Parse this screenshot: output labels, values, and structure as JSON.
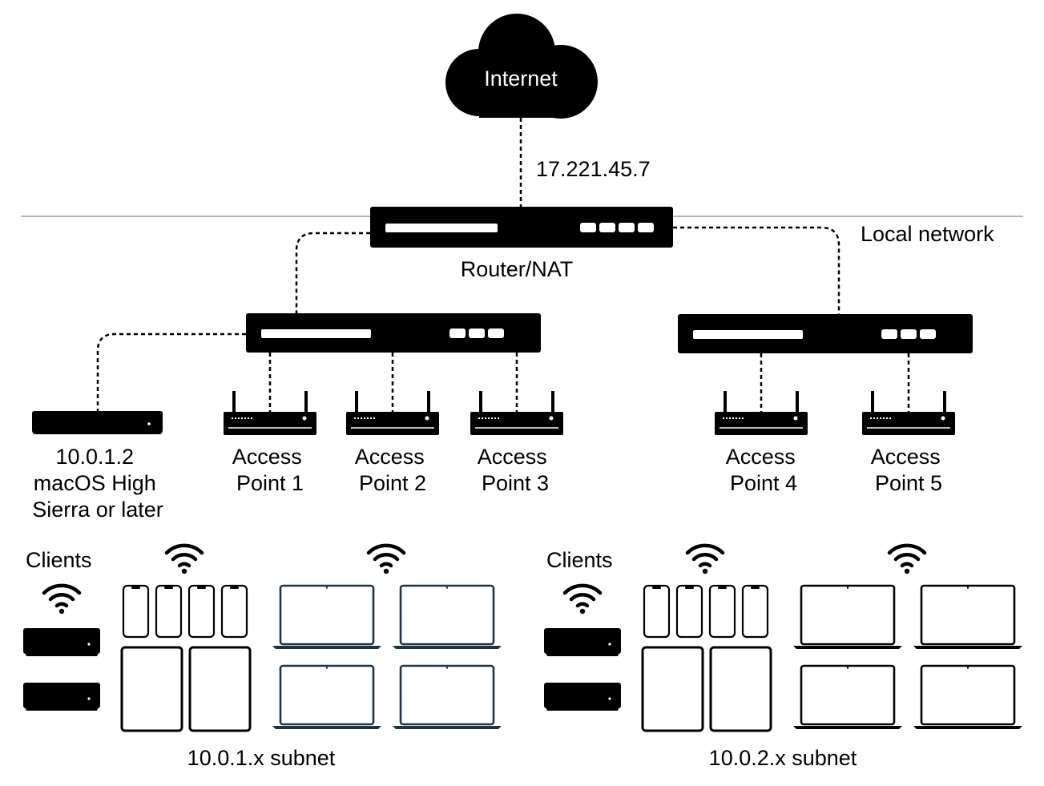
{
  "internet": {
    "label": "Internet",
    "public_ip": "17.221.45.7"
  },
  "network_label": "Local network",
  "router": {
    "label": "Router/NAT"
  },
  "caching_server": {
    "lines": [
      "10.0.1.2",
      "macOS High",
      "Sierra or later"
    ]
  },
  "access_points": [
    {
      "lines": [
        "Access",
        "Point 1"
      ]
    },
    {
      "lines": [
        "Access",
        "Point 2"
      ]
    },
    {
      "lines": [
        "Access",
        "Point 3"
      ]
    },
    {
      "lines": [
        "Access",
        "Point 4"
      ]
    },
    {
      "lines": [
        "Access",
        "Point 5"
      ]
    }
  ],
  "subnets": [
    {
      "clients_label": "Clients",
      "subnet_label": "10.0.1.x subnet",
      "laptop_color": "#1e3346"
    },
    {
      "clients_label": "Clients",
      "subnet_label": "10.0.2.x subnet",
      "laptop_color": "#000000"
    }
  ],
  "colors": {
    "device_fill": "#000000",
    "background": "#ffffff",
    "divider": "#b3b3b3"
  },
  "icons": [
    "cloud-icon",
    "router-icon",
    "switch-icon",
    "mac-mini-icon",
    "access-point-icon",
    "wifi-icon",
    "iphone-icon",
    "ipad-icon",
    "laptop-icon",
    "apple-tv-icon"
  ]
}
